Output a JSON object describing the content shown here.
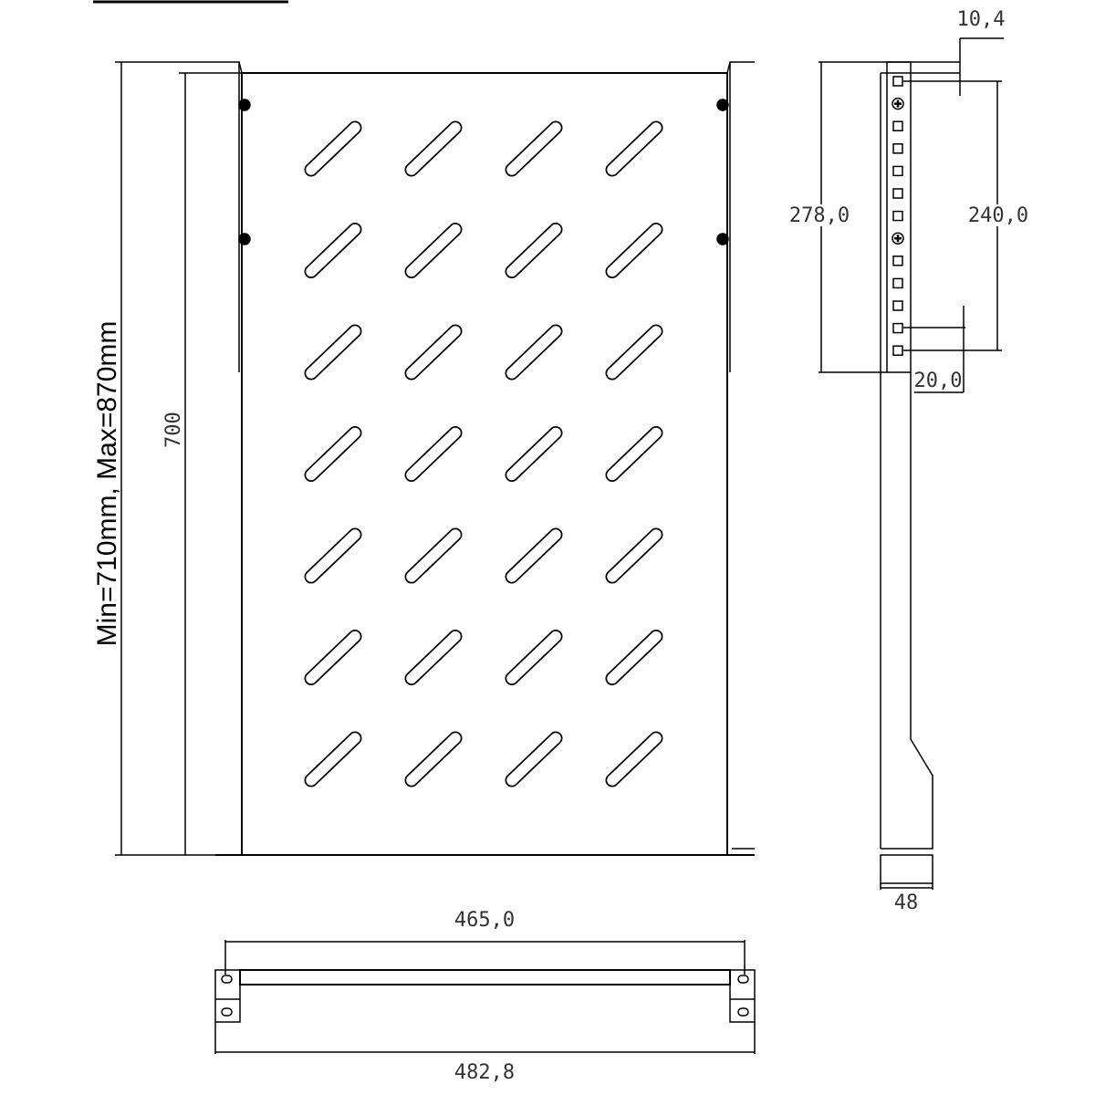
{
  "drawing": {
    "depth_range_label": "Min=710mm, Max=870mm",
    "shelf_depth": "700",
    "side_height": "278,0",
    "hole_span": "240,0",
    "top_offset": "10,4",
    "hole_pitch": "20,0",
    "side_width": "48",
    "inner_width": "465,0",
    "outer_width": "482,8",
    "slot_grid": {
      "columns": 4,
      "rows": 7
    },
    "line_color": "#000000"
  }
}
